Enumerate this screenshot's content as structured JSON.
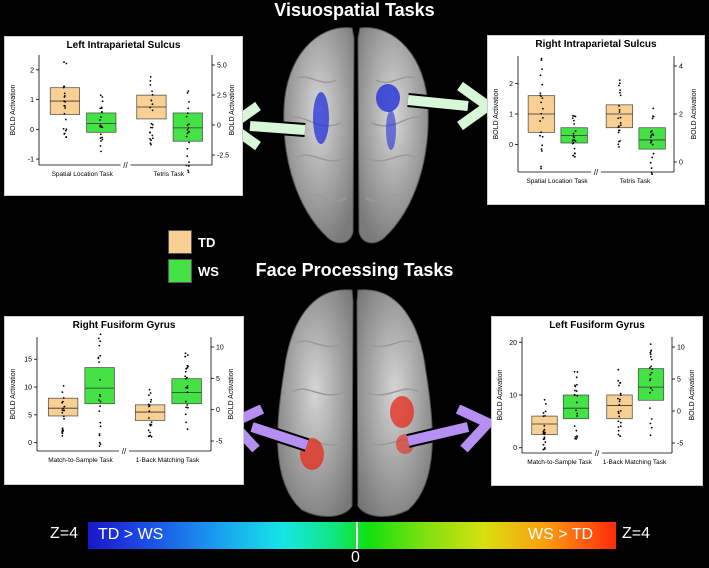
{
  "sections": {
    "top_title": "Visuospatial Tasks",
    "bottom_title": "Face Processing Tasks"
  },
  "legend": {
    "items": [
      {
        "label": "TD",
        "color": "#f8d093"
      },
      {
        "label": "WS",
        "color": "#44e244"
      }
    ]
  },
  "colorbar": {
    "left_z": "Z=4",
    "right_z": "Z=4",
    "left_label": "TD > WS",
    "right_label": "WS > TD",
    "center_tick": "0"
  },
  "colors": {
    "td": "#f8d093",
    "ws": "#44e244",
    "arrow_top": "#d8f7d8",
    "arrow_bottom": "#b58ff2",
    "blob_blue": "#2330d8",
    "blob_red": "#e82a1a"
  },
  "chart_data": [
    {
      "id": "lips",
      "type": "box",
      "title": "Left Intraparietal Sulcus",
      "ylabel": "BOLD Activation",
      "ylabel_right": "BOLD Activation",
      "ylim": [
        -1.2,
        2.5
      ],
      "yticks": [
        -1,
        0,
        1,
        2
      ],
      "yticks_right": [
        "5.0",
        "2.5",
        "0",
        "-2.5"
      ],
      "tasks": [
        "Spatial Location Task",
        "Tetris Task"
      ],
      "boxes": [
        {
          "task": 0,
          "group": "TD",
          "q1": 0.5,
          "median": 0.95,
          "q3": 1.4
        },
        {
          "task": 0,
          "group": "WS",
          "q1": -0.1,
          "median": 0.2,
          "q3": 0.55
        },
        {
          "task": 1,
          "group": "TD",
          "q1": 0.35,
          "median": 0.75,
          "q3": 1.15
        },
        {
          "task": 1,
          "group": "WS",
          "q1": -0.4,
          "median": 0.05,
          "q3": 0.55
        }
      ]
    },
    {
      "id": "rips",
      "type": "box",
      "title": "Right Intraparietal Sulcus",
      "ylabel": "BOLD Activation",
      "ylabel_right": "BOLD Activation",
      "ylim": [
        -0.9,
        2.9
      ],
      "yticks": [
        0,
        1,
        2
      ],
      "yticks_right": [
        "4",
        "2",
        "0"
      ],
      "tasks": [
        "Spatial Location Task",
        "Tetris Task"
      ],
      "boxes": [
        {
          "task": 0,
          "group": "TD",
          "q1": 0.4,
          "median": 1.0,
          "q3": 1.6
        },
        {
          "task": 0,
          "group": "WS",
          "q1": 0.05,
          "median": 0.3,
          "q3": 0.55
        },
        {
          "task": 1,
          "group": "TD",
          "q1": 0.55,
          "median": 1.0,
          "q3": 1.3
        },
        {
          "task": 1,
          "group": "WS",
          "q1": -0.15,
          "median": 0.15,
          "q3": 0.55
        }
      ]
    },
    {
      "id": "rfg",
      "type": "box",
      "title": "Right Fusiform Gyrus",
      "ylabel": "BOLD Activation",
      "ylabel_right": "BOLD Activation",
      "ylim": [
        -1.5,
        19
      ],
      "yticks": [
        0,
        5,
        10,
        15
      ],
      "yticks_right": [
        "10",
        "5",
        "0",
        "-5"
      ],
      "tasks": [
        "Match-to-Sample Task",
        "1-Back Matching Task"
      ],
      "boxes": [
        {
          "task": 0,
          "group": "TD",
          "q1": 4.8,
          "median": 6.2,
          "q3": 8.0
        },
        {
          "task": 0,
          "group": "WS",
          "q1": 7.0,
          "median": 9.8,
          "q3": 13.5
        },
        {
          "task": 1,
          "group": "TD",
          "q1": 4.0,
          "median": 5.5,
          "q3": 6.8
        },
        {
          "task": 1,
          "group": "WS",
          "q1": 7.0,
          "median": 9.0,
          "q3": 11.5
        }
      ]
    },
    {
      "id": "lfg",
      "type": "box",
      "title": "Left Fusiform Gyrus",
      "ylabel": "BOLD Activation",
      "ylabel_right": "BOLD Activation",
      "ylim": [
        -1,
        21
      ],
      "yticks": [
        0,
        10,
        20
      ],
      "yticks_right": [
        "10",
        "5",
        "0",
        "-5"
      ],
      "tasks": [
        "Match-to-Sample Task",
        "1-Back Matching Task"
      ],
      "boxes": [
        {
          "task": 0,
          "group": "TD",
          "q1": 2.5,
          "median": 4.5,
          "q3": 6.0
        },
        {
          "task": 0,
          "group": "WS",
          "q1": 5.5,
          "median": 7.5,
          "q3": 10.0
        },
        {
          "task": 1,
          "group": "TD",
          "q1": 5.5,
          "median": 8.0,
          "q3": 10.0
        },
        {
          "task": 1,
          "group": "WS",
          "q1": 9.0,
          "median": 11.5,
          "q3": 15.0
        }
      ]
    }
  ]
}
